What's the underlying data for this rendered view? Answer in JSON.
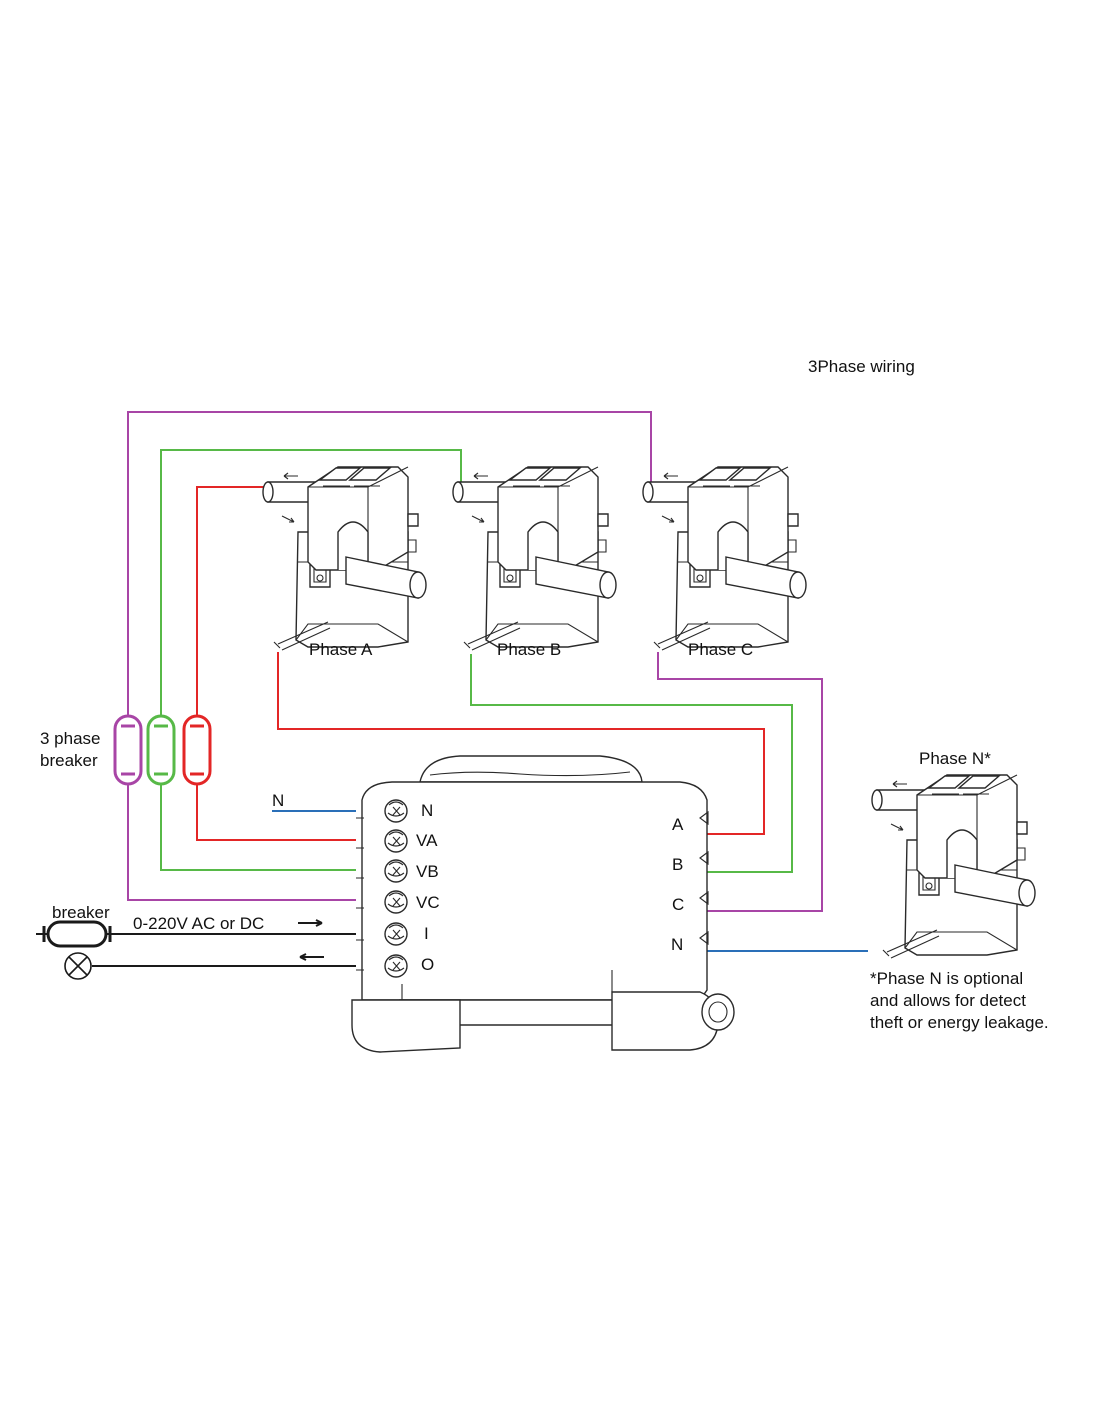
{
  "title": "3Phase wiring",
  "colors": {
    "phase_a": "#e32626",
    "phase_b": "#57b947",
    "phase_c": "#a845a6",
    "neutral": "#2a6fb8",
    "outline": "#2a2a2a"
  },
  "ct_sensors": {
    "phase_a": "Phase A",
    "phase_b": "Phase B",
    "phase_c": "Phase C",
    "phase_n": "Phase N*"
  },
  "breaker_3phase": {
    "line1": "3 phase",
    "line2": "breaker"
  },
  "control_breaker": "breaker",
  "supply_label": "0-220V AC or DC",
  "left_terminals": [
    "N",
    "VA",
    "VB",
    "VC",
    "I",
    "O"
  ],
  "right_terminals": [
    "A",
    "B",
    "C",
    "N"
  ],
  "neutral_wire_label": "N",
  "note": {
    "line1": "*Phase N is optional",
    "line2": "and allows for detect",
    "line3": "theft or energy leakage."
  },
  "icons": {
    "ct_clamp": "current-transformer-clamp-icon",
    "screw": "terminal-screw-icon",
    "lamp": "lamp-load-icon",
    "fuse": "fuse-breaker-icon"
  }
}
